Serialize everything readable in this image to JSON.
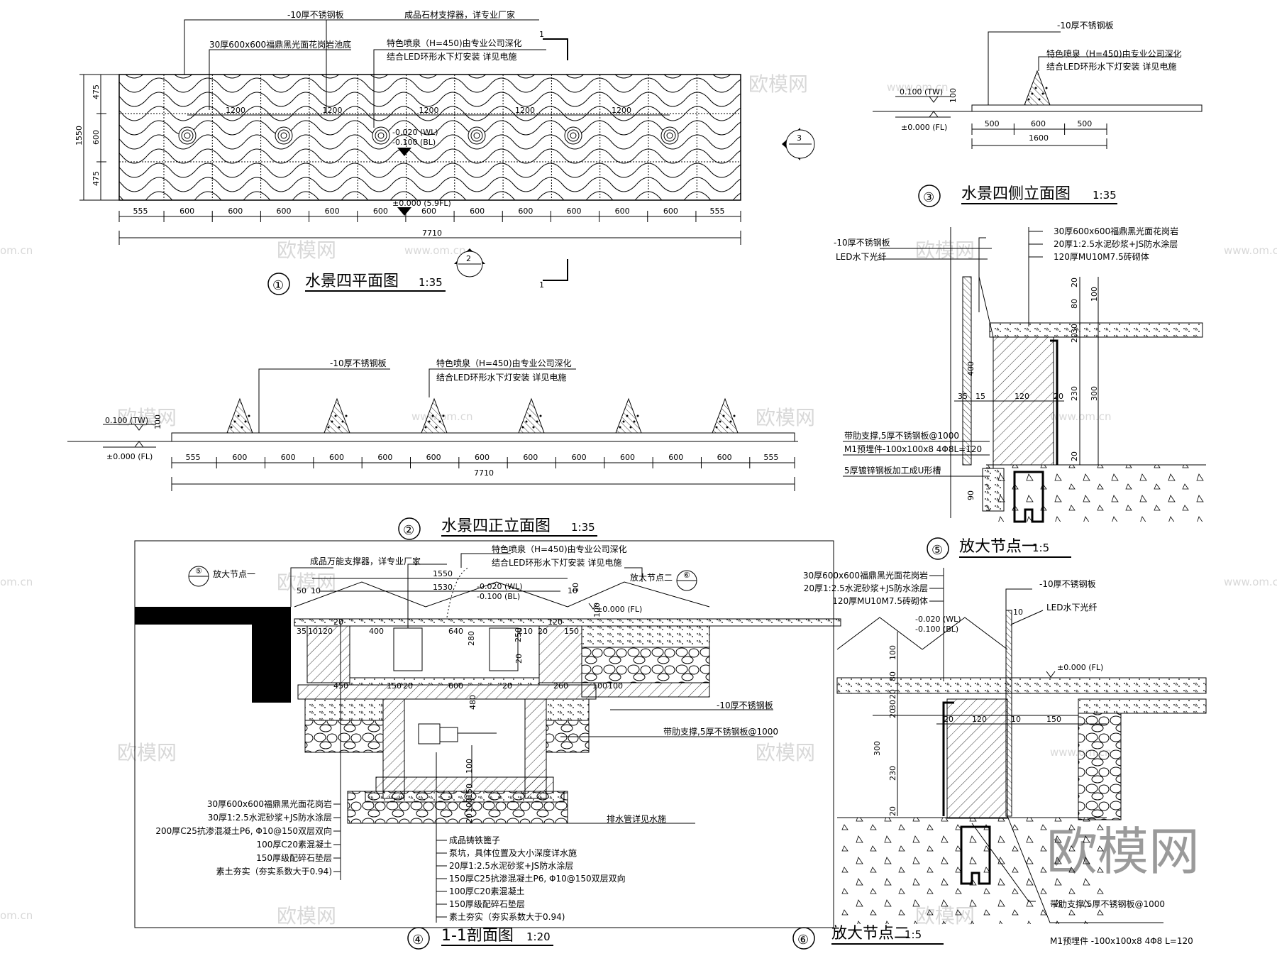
{
  "watermark": {
    "brand": "欧模网",
    "url": "www.om.cn",
    "domain": "om.cn"
  },
  "view1_plan": {
    "title_no": "①",
    "title": "水景四平面图",
    "scale": "1:35",
    "labels": {
      "plate": "-10厚不锈钢板",
      "granite_base": "30厚600x600福鼎黑光面花岗岩池底",
      "support": "成品石材支撑器，详专业厂家",
      "fountain": "特色喷泉（H=450)由专业公司深化",
      "led": "结合LED环形水下灯安装  详见电施",
      "wl": "-0.020 (WL)",
      "bl": "-0.100 (BL)",
      "fl": "±0.000 (5.9FL)"
    },
    "bottom_dims": [
      "555",
      "600",
      "600",
      "600",
      "600",
      "600",
      "600",
      "600",
      "600",
      "600",
      "600",
      "600",
      "555"
    ],
    "total": "7710",
    "left_dims": [
      "475",
      "600",
      "475"
    ],
    "left_total": "1550",
    "spacing": [
      "1200",
      "1200",
      "1200",
      "1200",
      "1200"
    ],
    "section_mark": "1",
    "ref2": "2",
    "ref3": "3"
  },
  "view2_elev": {
    "title_no": "②",
    "title": "水景四正立面图",
    "scale": "1:35",
    "labels": {
      "plate": "-10厚不锈钢板",
      "fountain": "特色喷泉（H=450)由专业公司深化",
      "led": "结合LED环形水下灯安装  详见电施",
      "tw": "0.100 (TW)",
      "fl": "±0.000 (FL)",
      "h": "100"
    },
    "dims": [
      "555",
      "600",
      "600",
      "600",
      "600",
      "600",
      "600",
      "600",
      "600",
      "600",
      "600",
      "600",
      "555"
    ],
    "total": "7710"
  },
  "view3_side": {
    "title_no": "③",
    "title": "水景四侧立面图",
    "scale": "1:35",
    "labels": {
      "plate": "-10厚不锈钢板",
      "fountain": "特色喷泉（H=450)由专业公司深化",
      "led": "结合LED环形水下灯安装  详见电施",
      "tw": "0.100 (TW)",
      "fl": "±0.000 (FL)",
      "h": "100"
    },
    "dims": [
      "500",
      "600",
      "500"
    ],
    "total": "1600"
  },
  "view4_section": {
    "title_no": "④",
    "title": "1-1剖面图",
    "scale": "1:20",
    "top_labels": {
      "support": "成品万能支撑器，详专业厂家",
      "fountain": "特色喷泉（H=450)由专业公司深化",
      "led": "结合LED环形水下灯安装  详见电施",
      "node1": "放大节点一",
      "node2": "放大节点二",
      "d1550": "1550",
      "d1530": "1530",
      "wl": "-0.020 (WL)",
      "bl": "-0.100 (BL)",
      "fl": "±0.000 (FL)"
    },
    "side_labels": {
      "plate": "-10厚不锈钢板",
      "rib": "带肋支撑,5厚不锈钢板@1000",
      "drain": "排水管详见水施"
    },
    "left_layers": [
      "30厚600x600福鼎黑光面花岗岩",
      "30厚1:2.5水泥砂浆+JS防水涂层",
      "200厚C25抗渗混凝土P6, Φ10@150双层双向",
      "100厚C20素混凝土",
      "150厚级配碎石垫层",
      "素土夯实（夯实系数大于0.94)"
    ],
    "bottom_layers": [
      "成品铸铁篦子",
      "泵坑，具体位置及大小深度详水施",
      "20厚1:2.5水泥砂浆+JS防水涂层",
      "150厚C25抗渗混凝土P6, Φ10@150双层双向",
      "100厚C20素混凝土",
      "150厚级配碎石垫层",
      "素土夯实（夯实系数大于0.94)"
    ],
    "dims": {
      "d50": "50",
      "d10a": "10",
      "d10b": "10",
      "d20": "20",
      "row1": [
        "35",
        "10",
        "120",
        "400",
        "640",
        "210",
        "20",
        "150"
      ],
      "d120": "120",
      "row2": [
        "450",
        "150",
        "20",
        "600",
        "20",
        "260",
        "100",
        "100"
      ],
      "vert": [
        "10",
        "100",
        "280",
        "250",
        "20",
        "480",
        "100",
        "150",
        "100",
        "20"
      ]
    }
  },
  "view5_node1": {
    "title_no": "⑤",
    "title": "放大节点一",
    "scale": "1:5",
    "labels_right": [
      "30厚600x600福鼎黑光面花岗岩",
      "20厚1:2.5水泥砂浆+JS防水涂层",
      "120厚MU10M7.5砖砌体"
    ],
    "labels_left": [
      "-10厚不锈钢板",
      "LED水下光纤"
    ],
    "labels_lower": [
      "带肋支撑,5厚不锈钢板@1000",
      "M1预埋件-100x100x8 4Φ8L=120",
      "5厚镀锌钢板加工成U形槽"
    ],
    "dims_h": [
      "35",
      "15",
      "120",
      "20"
    ],
    "dims_v": [
      "20",
      "80",
      "30",
      "20",
      "230",
      "20"
    ],
    "dims_v2": [
      "100",
      "300",
      "400",
      "90"
    ]
  },
  "view6_node2": {
    "title_no": "⑥",
    "title": "放大节点二",
    "scale": "1:5",
    "labels_left": [
      "30厚600x600福鼎黑光面花岗岩",
      "20厚1:2.5水泥砂浆+JS防水涂层",
      "120厚MU10M7.5砖砌体"
    ],
    "labels_right": [
      "-10厚不锈钢板",
      "LED水下光纤"
    ],
    "wl": "-0.020 (WL)",
    "bl": "-0.100 (BL)",
    "fl": "±0.000 (FL)",
    "bottom_labels": [
      "带肋支撑,5厚不锈钢板@1000",
      "M1预埋件 -100x100x8 4Φ8  L=120"
    ],
    "dims_h": [
      "20",
      "120",
      "10",
      "150"
    ],
    "dims_v": [
      "100",
      "80",
      "20",
      "30",
      "20",
      "230",
      "20"
    ],
    "d300": "300",
    "d10": "10"
  },
  "brand_large": "欧模网"
}
